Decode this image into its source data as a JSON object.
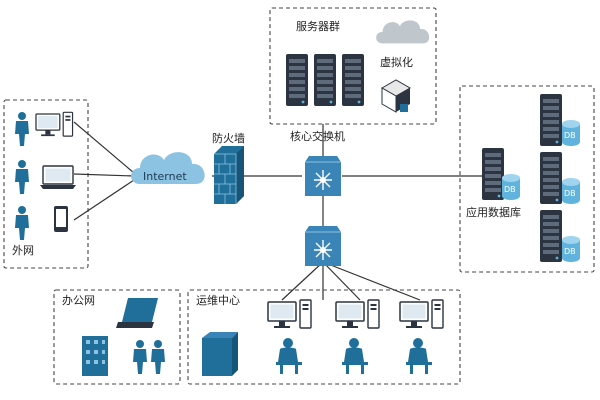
{
  "labels": {
    "server_cluster": "服务器群",
    "virtualization": "虚拟化",
    "firewall": "防火墙",
    "core_switch": "核心交换机",
    "internet": "Internet",
    "external_net": "外网",
    "app_database": "应用数据库",
    "office_net": "办公网",
    "ops_center": "运维中心",
    "db_tag": "DB"
  },
  "colors": {
    "device_dark": "#2b3440",
    "device_blue": "#1f6f9a",
    "switch_blue": "#3a84b8",
    "db_blue": "#5fb3dc",
    "cloud_blue": "#8cc3e2",
    "line": "#333333",
    "dash_border": "#444444"
  },
  "icons": {
    "cloud": "cloud-icon",
    "firewall": "firewall-icon",
    "switch": "switch-icon",
    "server": "server-rack-icon",
    "database": "database-icon",
    "laptop": "laptop-icon",
    "desktop": "desktop-computer-icon",
    "phone": "smartphone-icon",
    "user": "user-icon",
    "building": "building-icon",
    "box": "cube-icon"
  }
}
